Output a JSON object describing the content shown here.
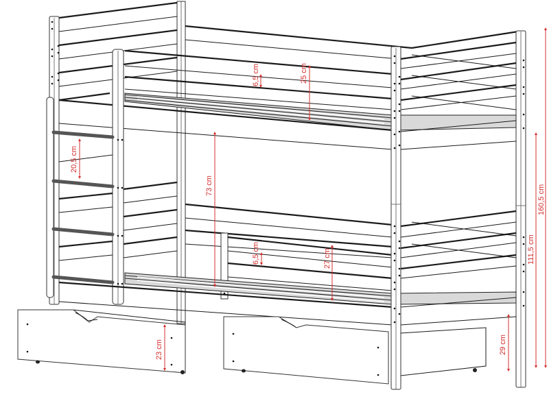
{
  "diagram": {
    "subject": "Bunk bed with ladder and two storage drawers — technical line drawing with dimensions",
    "colors": {
      "line": "#1a1a1a",
      "dimension": "#d32f2f",
      "background": "#ffffff"
    },
    "dimensions": {
      "upper_rail_gap": "6,5 cm",
      "upper_rail_height": "25 cm",
      "ladder_rung_spacing": "20,5 cm",
      "clearance_between_beds": "73 cm",
      "lower_rail_gap": "6,5 cm",
      "lower_rail_height": "27 cm",
      "drawer_height": "23 cm",
      "floor_to_lower_frame": "29 cm",
      "lower_bed_total_height": "111,5 cm",
      "total_height": "160,5 cm"
    }
  }
}
